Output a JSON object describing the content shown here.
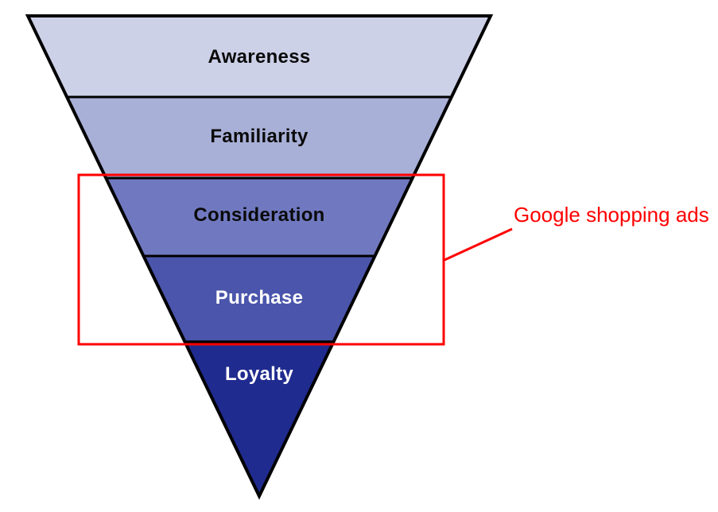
{
  "funnel": {
    "stages": [
      {
        "label": "Awareness",
        "fill": "#cdd1e8",
        "text_color": "#0a0a0a"
      },
      {
        "label": "Familiarity",
        "fill": "#a9b0d7",
        "text_color": "#0a0a0a"
      },
      {
        "label": "Consideration",
        "fill": "#7079c0",
        "text_color": "#0a0a0a"
      },
      {
        "label": "Purchase",
        "fill": "#4a55ab",
        "text_color": "#ffffff"
      },
      {
        "label": "Loyalty",
        "fill": "#202b8f",
        "text_color": "#ffffff"
      }
    ],
    "outline_color": "#000000"
  },
  "annotation": {
    "label": "Google shopping ads",
    "color": "#ff0000",
    "highlighted_stages": [
      "Consideration",
      "Purchase"
    ]
  }
}
